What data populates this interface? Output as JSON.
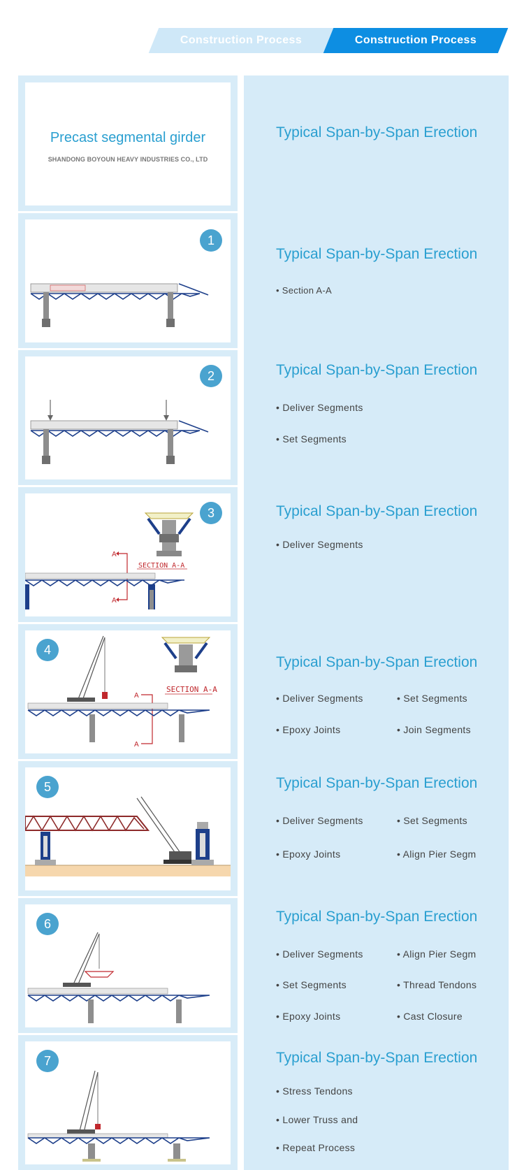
{
  "header": {
    "tabs": [
      {
        "label": "Construction Process"
      },
      {
        "label": "Construction Process"
      }
    ]
  },
  "intro": {
    "title": "Precast segmental girder",
    "subtitle": "SHANDONG BOYOUN HEAVY INDUSTRIES CO., LTD",
    "heading": "Typical Span-by-Span Erection"
  },
  "diagram_labels": {
    "section_aa": "SECTION  A-A",
    "a_mark": "A"
  },
  "steps": [
    {
      "number": "1",
      "title": "Typical Span-by-Span Erection",
      "bullets": [
        "• Section A-A"
      ]
    },
    {
      "number": "2",
      "title": "Typical Span-by-Span Erection",
      "bullets": [
        "• Deliver Segments",
        "• Set Segments"
      ]
    },
    {
      "number": "3",
      "title": "Typical Span-by-Span Erection",
      "bullets": [
        "• Deliver Segments"
      ]
    },
    {
      "number": "4",
      "title": "Typical Span-by-Span Erection",
      "bullets": [
        "• Deliver Segments",
        "• Set Segments",
        "• Epoxy Joints",
        "• Join Segments"
      ]
    },
    {
      "number": "5",
      "title": "Typical Span-by-Span Erection",
      "bullets": [
        "• Deliver Segments",
        "• Set Segments",
        "• Epoxy Joints",
        "• Align Pier Segm"
      ]
    },
    {
      "number": "6",
      "title": "Typical Span-by-Span Erection",
      "bullets": [
        "• Deliver Segments",
        "• Align Pier Segm",
        "• Set Segments",
        "• Thread Tendons",
        "• Epoxy Joints",
        "• Cast Closure"
      ]
    },
    {
      "number": "7",
      "title": "Typical Span-by-Span Erection",
      "bullets": [
        "• Stress Tendons",
        "• Lower Truss and",
        "• Repeat Process"
      ]
    }
  ]
}
